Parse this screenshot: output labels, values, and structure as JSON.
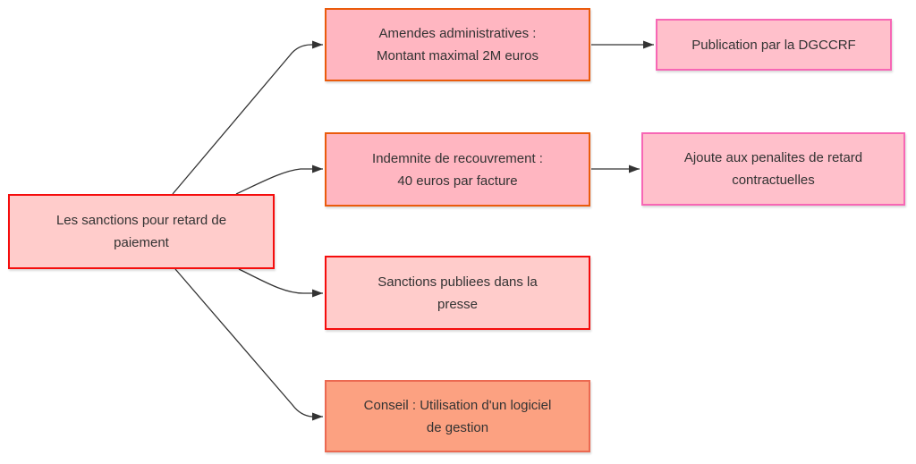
{
  "diagram": {
    "background": "#ffffff",
    "text_color": "#333333",
    "arrow_color": "#333333",
    "nodes": {
      "root": {
        "label": "Les sanctions pour retard de\npaiement",
        "fill": "#FFCCCB",
        "border": "#F50D0D"
      },
      "amendes": {
        "label": "Amendes administratives :\nMontant maximal 2M euros",
        "fill": "#FFB6C1",
        "border": "#EA5B0C"
      },
      "publication": {
        "label": "Publication par la DGCCRF",
        "fill": "#FFC0CB",
        "border": "#F767B5"
      },
      "indemnite": {
        "label": "Indemnite de recouvrement :\n40 euros par facture",
        "fill": "#FFB6C1",
        "border": "#EA5B0C"
      },
      "ajoute": {
        "label": "Ajoute aux penalites de retard\ncontractuelles",
        "fill": "#FFC0CB",
        "border": "#F767B5"
      },
      "presse": {
        "label": "Sanctions publiees dans la\npresse",
        "fill": "#FFCCCB",
        "border": "#F50D0D"
      },
      "conseil": {
        "label": "Conseil : Utilisation d'un logiciel\nde gestion",
        "fill": "#FCA181",
        "border": "#EB6951"
      }
    },
    "edges": [
      {
        "from": "root",
        "to": "amendes"
      },
      {
        "from": "root",
        "to": "indemnite"
      },
      {
        "from": "root",
        "to": "presse"
      },
      {
        "from": "root",
        "to": "conseil"
      },
      {
        "from": "amendes",
        "to": "publication"
      },
      {
        "from": "indemnite",
        "to": "ajoute"
      }
    ]
  }
}
